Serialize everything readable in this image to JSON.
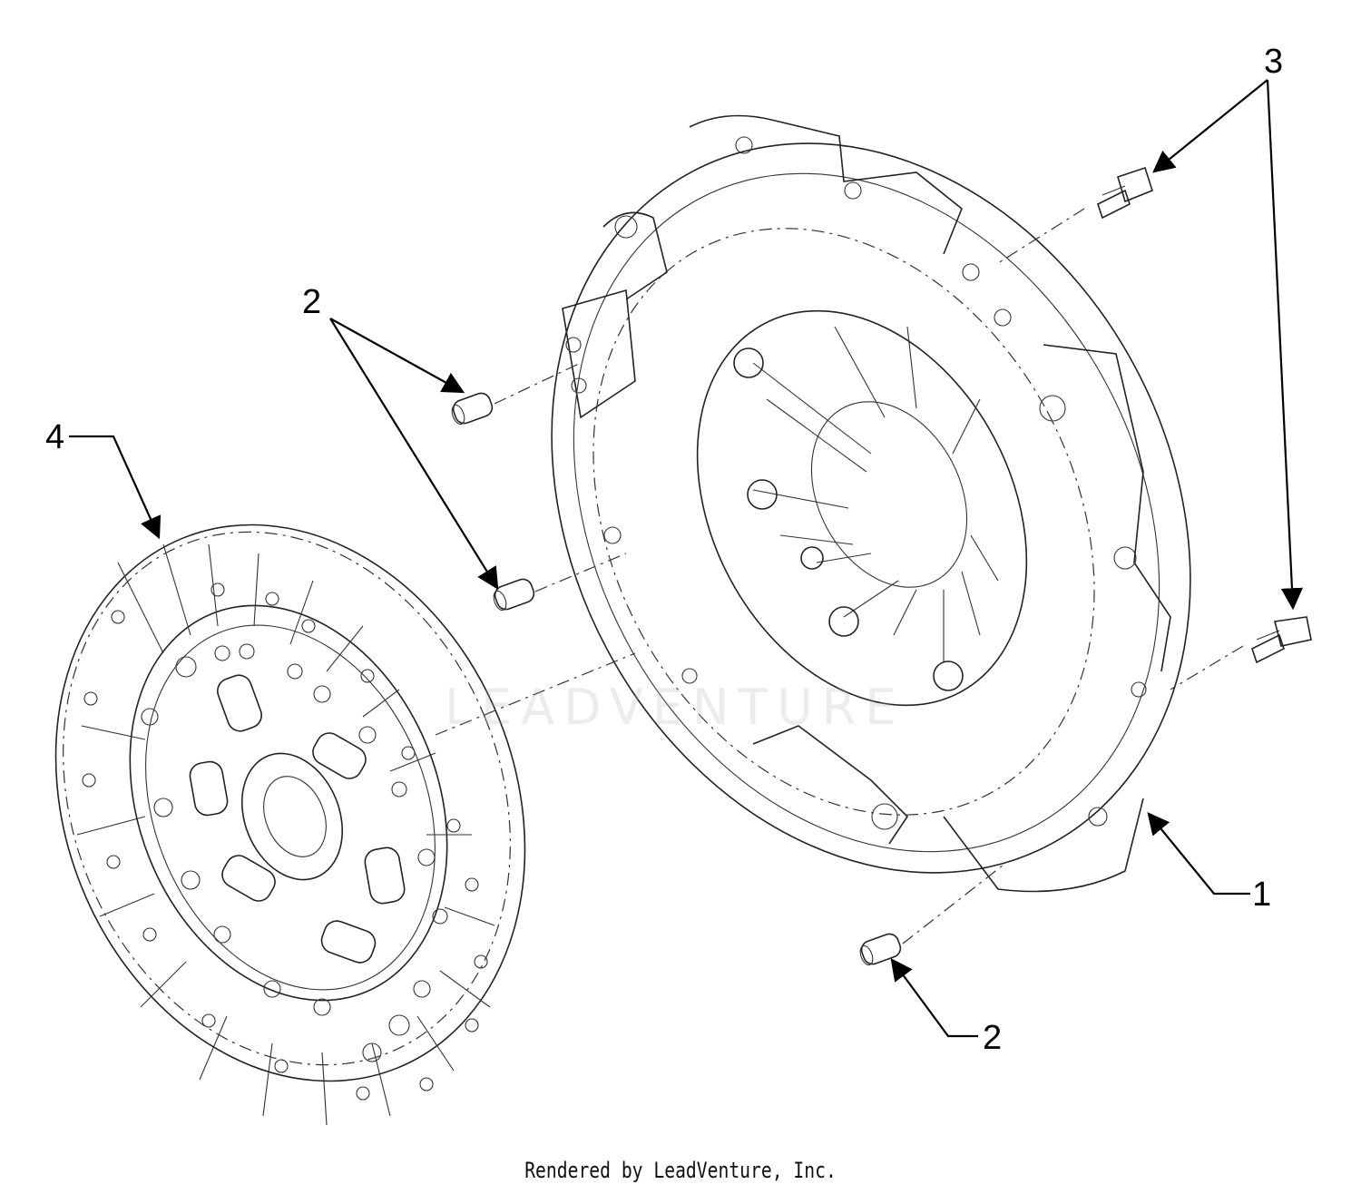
{
  "callouts": {
    "c1": "1",
    "c2a": "2",
    "c2b": "2",
    "c3": "3",
    "c4": "4"
  },
  "watermark": "LEADVENTURE",
  "footer": "Rendered by LeadVenture, Inc.",
  "colors": {
    "ink": "#000000",
    "watermark": "#aaaaaa",
    "background": "#ffffff"
  }
}
